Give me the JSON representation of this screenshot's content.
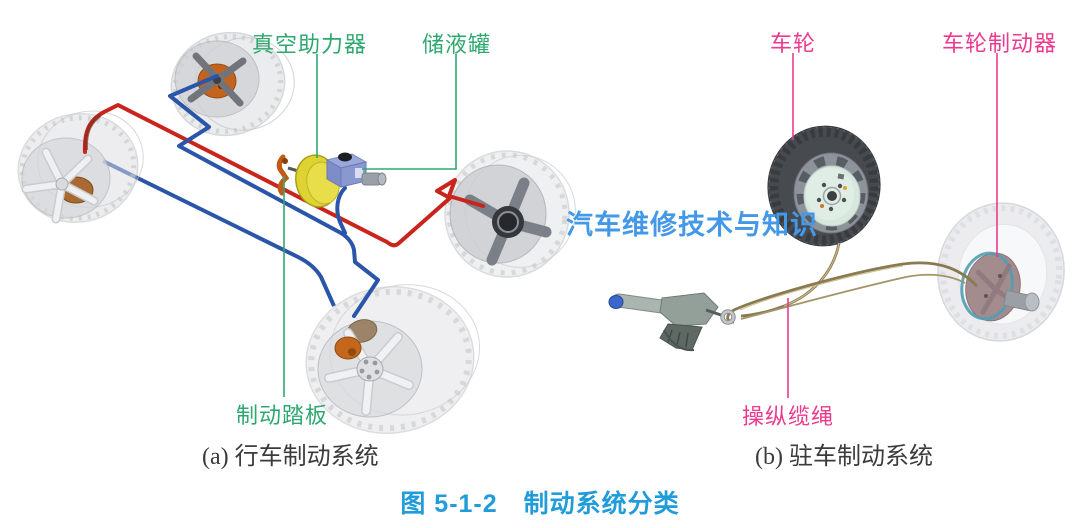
{
  "figure_caption": "图 5-1-2　制动系统分类",
  "watermark": "汽车维修技术与知识",
  "panel_a": {
    "caption": "(a) 行车制动系统",
    "labels": {
      "vacuum_booster": "真空助力器",
      "reservoir": "储液罐",
      "brake_pedal": "制动踏板"
    }
  },
  "panel_b": {
    "caption": "(b) 驻车制动系统",
    "labels": {
      "wheel": "车轮",
      "wheel_brake": "车轮制动器",
      "control_cable": "操纵缆绳"
    }
  },
  "colors": {
    "label_green": "#2fa870",
    "label_pink": "#ed3a8e",
    "caption_blue": "#1f9cd9",
    "watermark_blue": "#4398e8",
    "brake_line_red": "#c9251c",
    "brake_line_blue": "#2b55a8",
    "booster_yellow": "#ded332",
    "caliper_orange": "#c4661c"
  }
}
